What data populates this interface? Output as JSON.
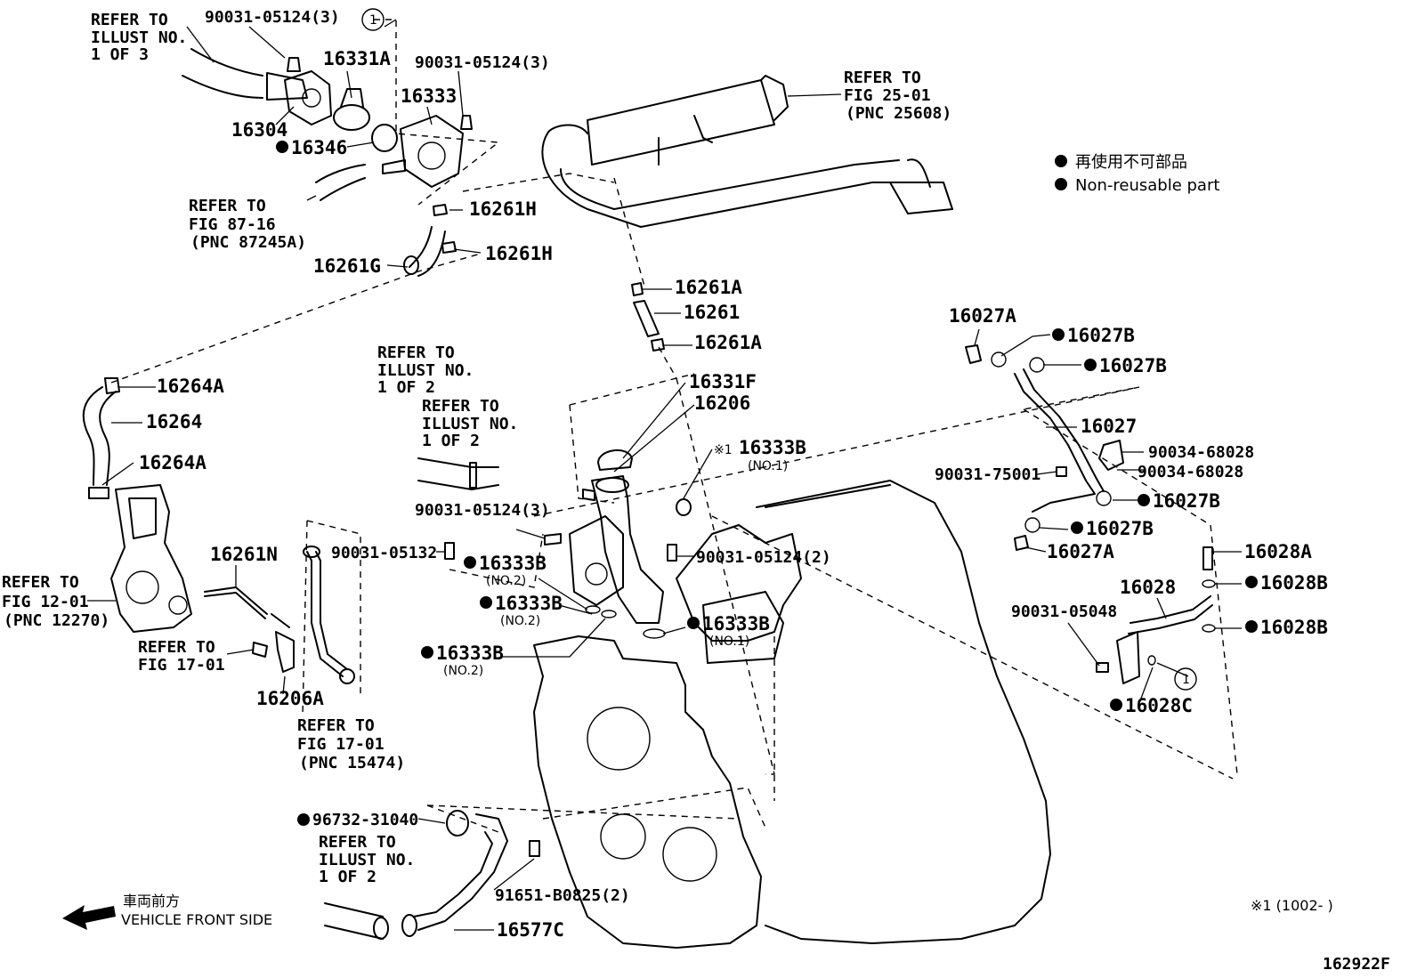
{
  "legend": {
    "jp": "再使用不可部品",
    "en": "Non-reusable part",
    "footnote": "※1 (1002-      )"
  },
  "direction": {
    "jp": "車両前方",
    "en": "VEHICLE FRONT SIDE"
  },
  "figure_id": "162922F",
  "refs": {
    "r1": [
      "REFER TO",
      "ILLUST NO.",
      "1 OF 3"
    ],
    "r2": [
      "REFER TO",
      "FIG 25-01",
      "(PNC 25608)"
    ],
    "r3": [
      "REFER TO",
      "FIG 87-16",
      "(PNC 87245A)"
    ],
    "r4": [
      "REFER TO",
      "ILLUST NO.",
      "1 OF 2"
    ],
    "r5": [
      "REFER TO",
      "ILLUST NO.",
      "1 OF 2"
    ],
    "r6": [
      "REFER TO",
      "FIG 12-01",
      "(PNC 12270)"
    ],
    "r7": [
      "REFER TO",
      "FIG 17-01"
    ],
    "r8": [
      "REFER TO",
      "FIG 17-01",
      "(PNC 15474)"
    ],
    "r9": [
      "REFER TO",
      "ILLUST NO.",
      "1 OF 2"
    ]
  },
  "parts": {
    "p90031_05124_3a": "90031-05124(3)",
    "p16331A": "16331A",
    "p90031_05124_3b": "90031-05124(3)",
    "p16333": "16333",
    "p16304": "16304",
    "p16346": "16346",
    "p16261H_1": "16261H",
    "p16261H_2": "16261H",
    "p16261G": "16261G",
    "p16261A_1": "16261A",
    "p16261": "16261",
    "p16261A_2": "16261A",
    "p16264A_1": "16264A",
    "p16264": "16264",
    "p16264A_2": "16264A",
    "p16331F": "16331F",
    "p16206": "16206",
    "p16333B_1": "16333B",
    "p16333B_1_sub": "(NO.1)",
    "p16333B_1_mark": "※1",
    "p90031_05124_3c": "90031-05124(3)",
    "p90031_05132": "90031-05132",
    "p16333B_2": "16333B",
    "p16333B_2_sub": "(NO.2)",
    "p16333B_3": "16333B",
    "p16333B_3_sub": "(NO.2)",
    "p90031_05124_2": "90031-05124(2)",
    "p16333B_4": "16333B",
    "p16333B_4_sub": "(NO.1)",
    "p16333B_5": "16333B",
    "p16333B_5_sub": "(NO.2)",
    "p16261N": "16261N",
    "p16206A": "16206A",
    "p96732_31040": "96732-31040",
    "p91651_B0825": "91651-B0825(2)",
    "p16577C": "16577C",
    "p16027A_1": "16027A",
    "p16027B_1": "16027B",
    "p16027B_2": "16027B",
    "p16027": "16027",
    "p90034_68028_1": "90034-68028",
    "p90034_68028_2": "90034-68028",
    "p90031_75001": "90031-75001",
    "p16027B_3": "16027B",
    "p16027B_4": "16027B",
    "p16027A_2": "16027A",
    "p16028A": "16028A",
    "p16028": "16028",
    "p16028B_1": "16028B",
    "p90031_05048": "90031-05048",
    "p16028B_2": "16028B",
    "p16028C": "16028C",
    "circle1_top": "1",
    "circle1_right": "1"
  }
}
